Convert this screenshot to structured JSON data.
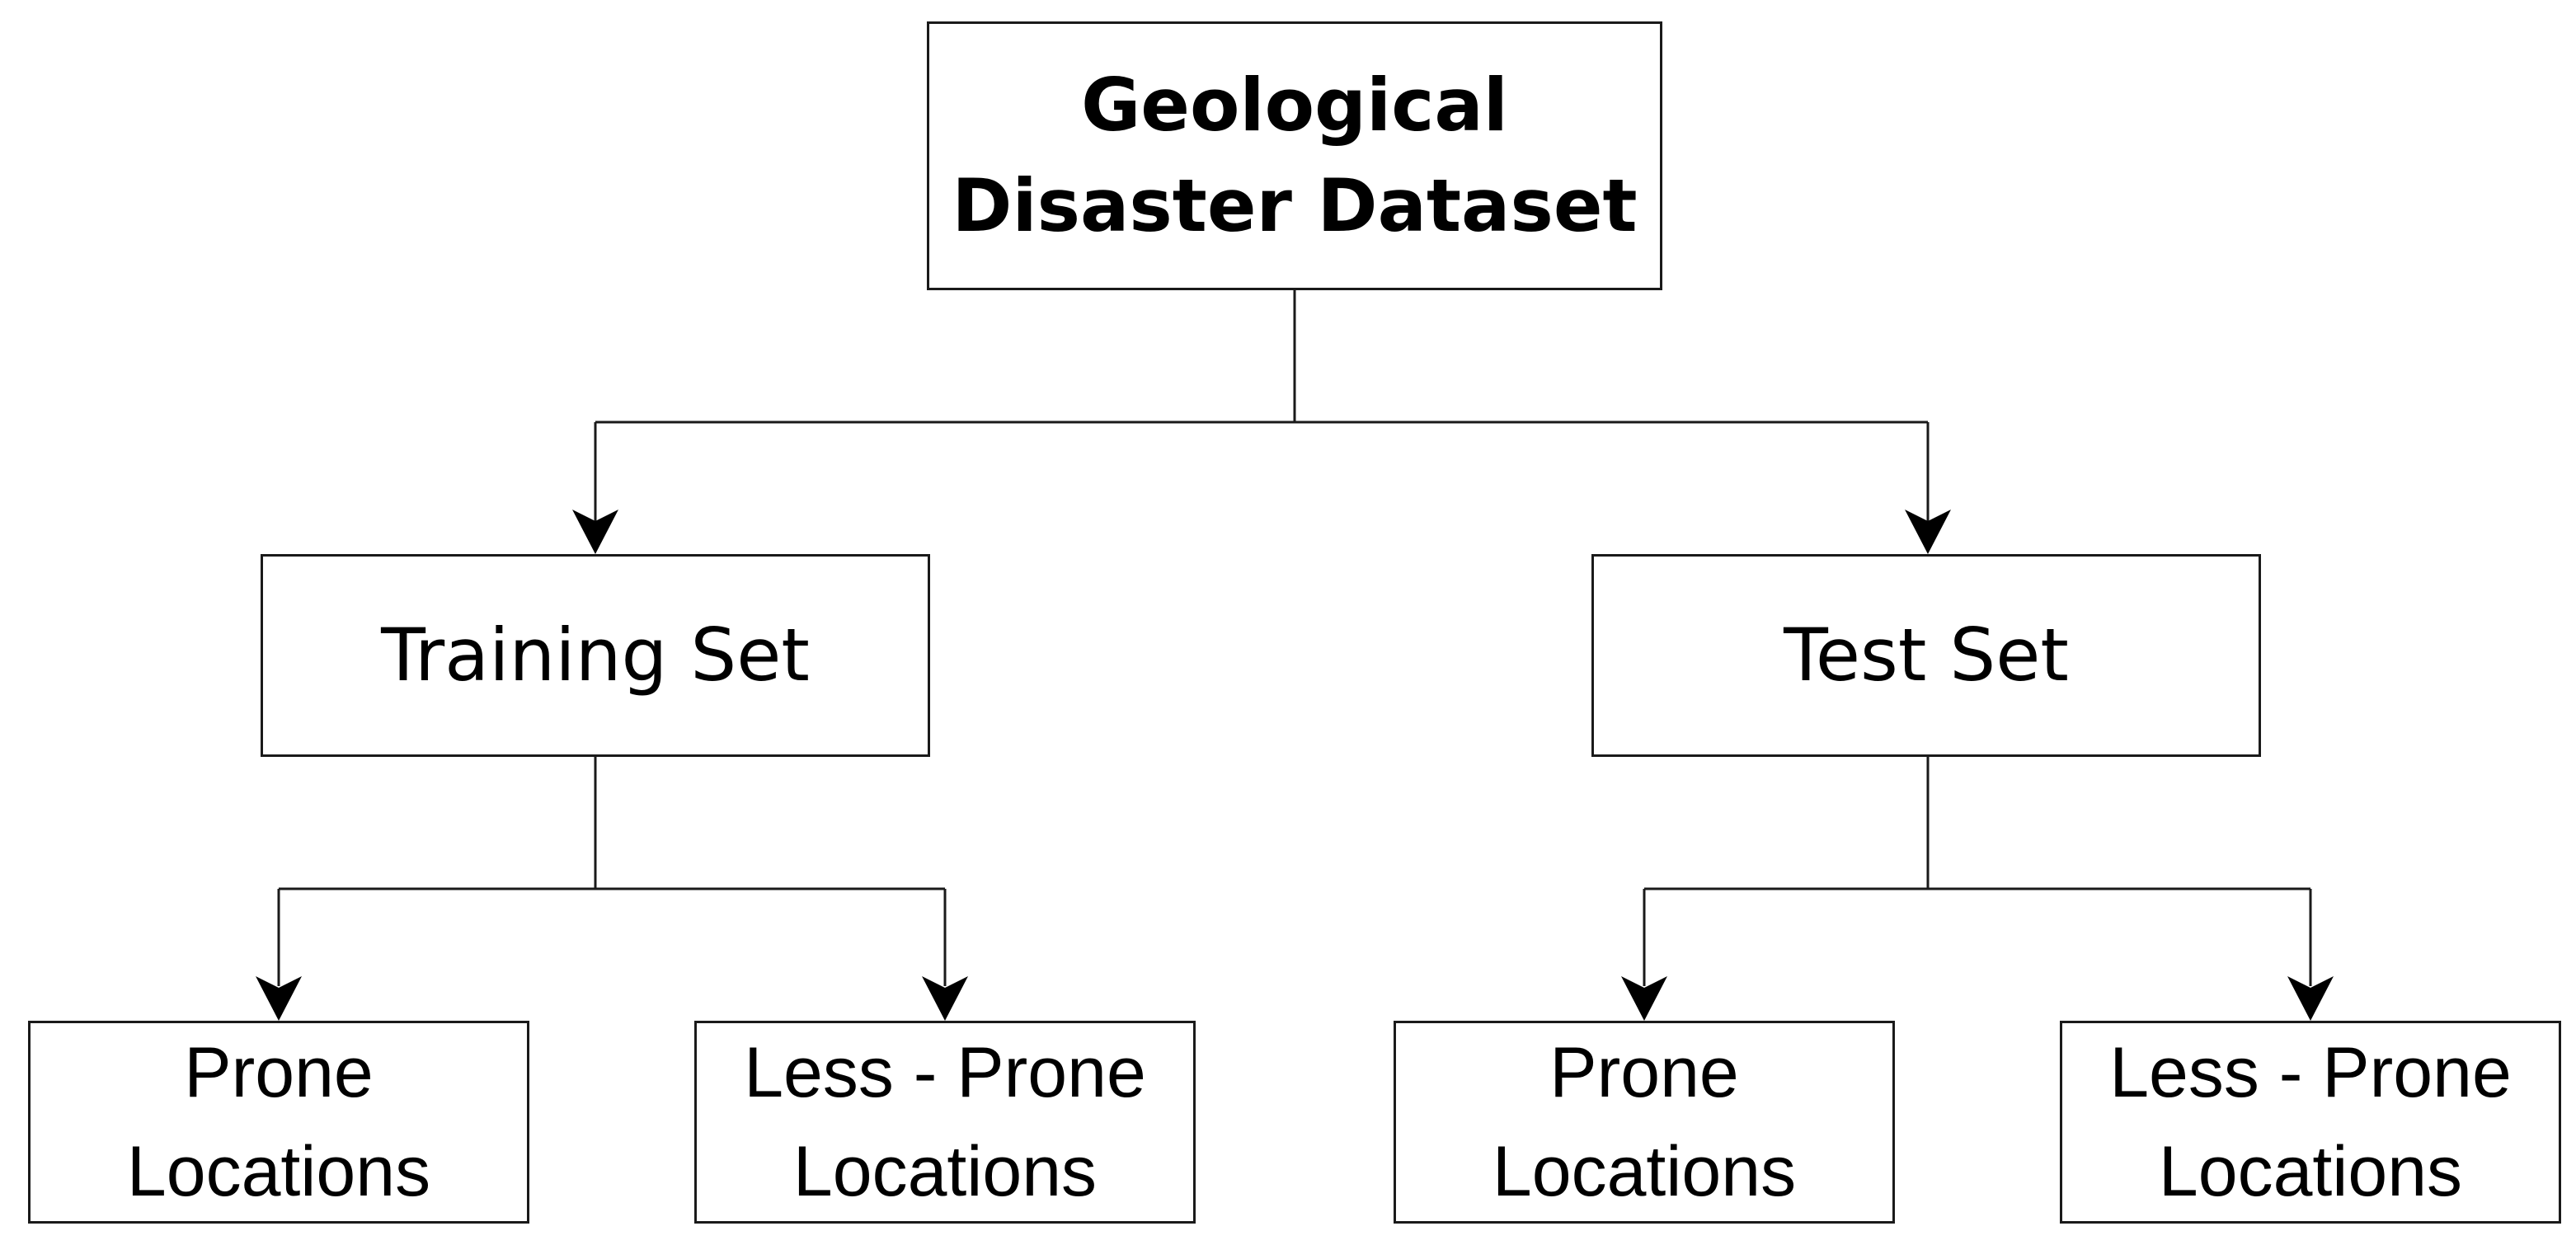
{
  "diagram": {
    "root": {
      "label": "Geological\nDisaster Dataset"
    },
    "training": {
      "label": "Training Set",
      "prone": "Prone\nLocations",
      "less_prone": "Less - Prone\nLocations"
    },
    "test": {
      "label": "Test Set",
      "prone": "Prone\nLocations",
      "less_prone": "Less - Prone\nLocations"
    }
  },
  "colors": {
    "stroke": "#1a1a1a",
    "text": "#000000",
    "background": "#ffffff"
  }
}
